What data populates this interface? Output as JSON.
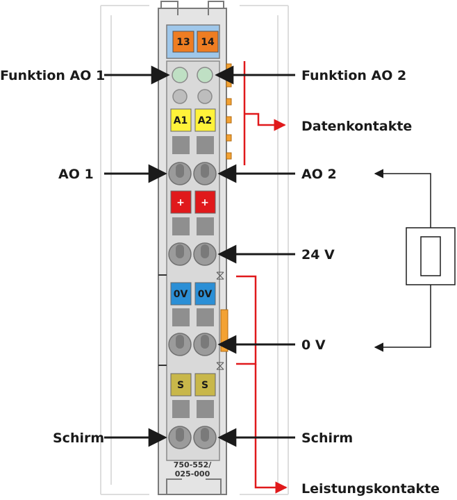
{
  "module": {
    "part_number_line1": "750-552/",
    "part_number_line2": "025-000",
    "colors": {
      "rail": "#e6e6e6",
      "body": "#dcdcdc",
      "header_blue": "#9fc7ea",
      "orange": "#ee7d22",
      "green": "#bfe0c4",
      "yellow": "#fff23a",
      "red": "#e0191b",
      "blue": "#2b8fd6",
      "olive": "#c8b74a",
      "contact_orange": "#f3a233",
      "arrow_red": "#e0191b"
    },
    "tags": {
      "t13": "13",
      "t14": "14",
      "a1": "A1",
      "a2": "A2",
      "plus1": "+",
      "plus2": "+",
      "zero1": "0V",
      "zero2": "0V",
      "s1": "S",
      "s2": "S"
    }
  },
  "labels": {
    "funktion_ao1": "Funktion AO 1",
    "funktion_ao2": "Funktion AO 2",
    "datenkontakte": "Datenkontakte",
    "ao1": "AO 1",
    "ao2": "AO 2",
    "v24": "24 V",
    "v0": "0 V",
    "schirm_left": "Schirm",
    "schirm_right": "Schirm",
    "leistungskontakte": "Leistungskontakte"
  }
}
